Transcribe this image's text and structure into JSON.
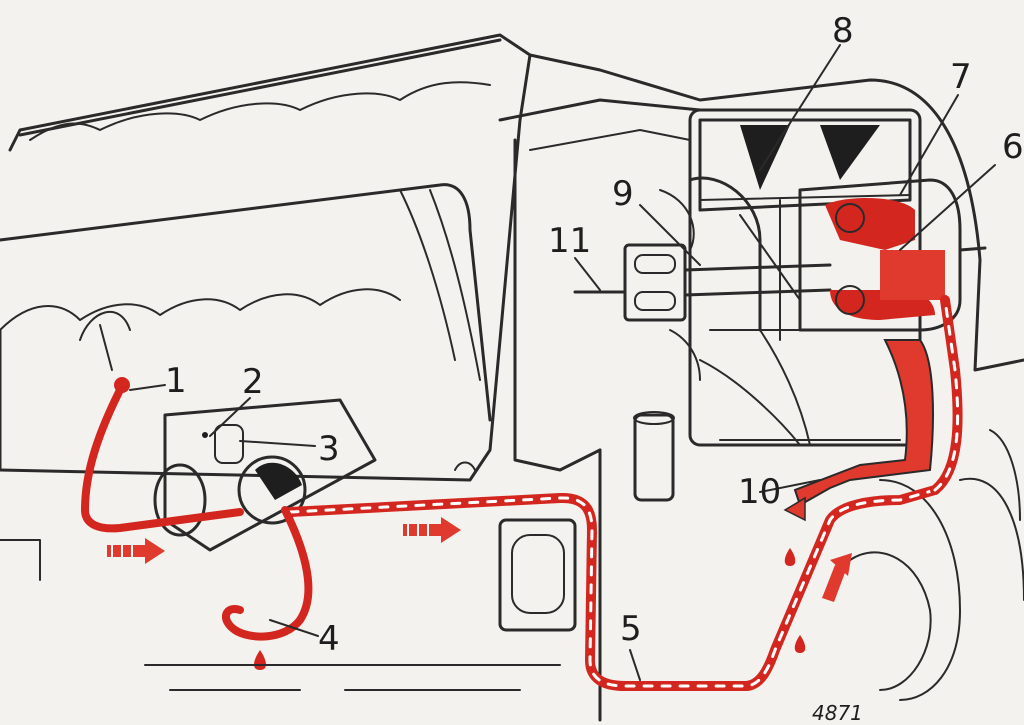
{
  "diagram": {
    "callouts": [
      {
        "id": "1",
        "text": "1"
      },
      {
        "id": "2",
        "text": "2"
      },
      {
        "id": "3",
        "text": "3"
      },
      {
        "id": "4",
        "text": "4"
      },
      {
        "id": "5",
        "text": "5"
      },
      {
        "id": "6",
        "text": "6"
      },
      {
        "id": "7",
        "text": "7"
      },
      {
        "id": "8",
        "text": "8"
      },
      {
        "id": "9",
        "text": "9"
      },
      {
        "id": "10",
        "text": "10"
      },
      {
        "id": "11",
        "text": "11"
      }
    ],
    "figure_number": "4871",
    "colors": {
      "paper": "#f4f2ee",
      "ink": "#2a2a2a",
      "hose": "#d3261f",
      "hose_fill": "#e0392e"
    }
  }
}
